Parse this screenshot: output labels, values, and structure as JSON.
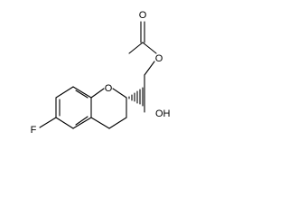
{
  "molecule": {
    "atom_labels": {
      "fluorine": "F",
      "ring_oxygen": "O",
      "hydroxyl": "OH",
      "ester_oxygen": "O",
      "carbonyl_oxygen": "O"
    },
    "colors": {
      "ink": "#000000",
      "background": "#ffffff"
    }
  }
}
